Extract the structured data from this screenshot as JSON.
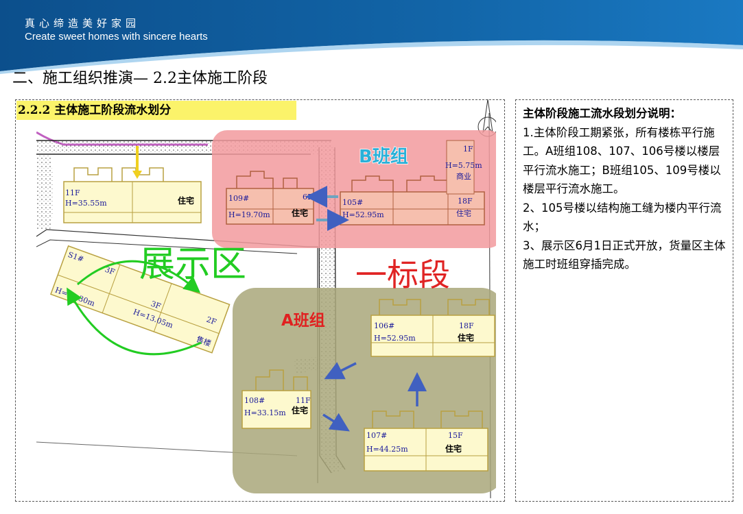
{
  "header": {
    "slogan_cn": "真心缔造美好家园",
    "slogan_en": "Create sweet homes with sincere hearts"
  },
  "page_title": "二、施工组织推演— 2.2主体施工阶段",
  "section_heading": "2.2.2 主体施工阶段流水划分",
  "map": {
    "zone_b_label": "B班组",
    "zone_a_label": "A班组",
    "display_area_label": "展示区",
    "section_one_label": "一标段",
    "colors": {
      "zone_b": "#f29a9e",
      "zone_a": "#a9a77a",
      "display_area_text": "#22cc22",
      "section_text": "#e02424"
    },
    "buildings": [
      {
        "id": "109#",
        "floors": "6F",
        "height": "H=19.70m",
        "use": "住宅"
      },
      {
        "id": "105#",
        "height": "H=52.95m"
      },
      {
        "id": "shop",
        "floors": "1F",
        "height": "H=5.75m",
        "use": "商业"
      },
      {
        "id": "shop-res",
        "floors": "18F",
        "use": "住宅"
      },
      {
        "id": "left",
        "floors": "11F",
        "height": "H=35.55m",
        "use": "住宅"
      },
      {
        "id": "106#",
        "floors": "18F",
        "height": "H=52.95m",
        "use": "住宅"
      },
      {
        "id": "108#",
        "floors": "11F",
        "height": "H=33.15m",
        "use": "住宅"
      },
      {
        "id": "107#",
        "floors": "15F",
        "height": "H=44.25m",
        "use": "住宅"
      },
      {
        "id": "display-1",
        "label": "S1#",
        "floors": "3F",
        "height": "H=10.30m"
      },
      {
        "id": "display-2",
        "floors": "3F",
        "height": "H=13.05m"
      },
      {
        "id": "display-3",
        "floors": "2F",
        "use": "售楼"
      }
    ]
  },
  "description": {
    "title": "主体阶段施工流水段划分说明：",
    "items": [
      "1.主体阶段工期紧张，所有楼栋平行施工。A班组108、107、106号楼以楼层平行流水施工；B班组105、109号楼以楼层平行流水施工。",
      "2、105号楼以结构施工缝为楼内平行流水；",
      "3、展示区6月1日正式开放，货量区主体施工时班组穿插完成。"
    ]
  }
}
